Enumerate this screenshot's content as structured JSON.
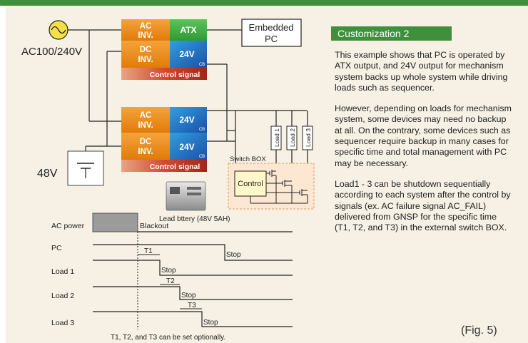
{
  "diagram": {
    "ac_input": "AC100/240V",
    "battery_voltage": "48V",
    "unit1": {
      "ac_inv": [
        "AC",
        "INV."
      ],
      "atx": "ATX",
      "dc_inv": [
        "DC",
        "INV."
      ],
      "out24": "24V",
      "cb": "CB",
      "control": "Control signal"
    },
    "unit2": {
      "ac_inv": [
        "AC",
        "INV."
      ],
      "out24a": "24V",
      "dc_inv": [
        "DC",
        "INV."
      ],
      "out24b": "24V",
      "cb_a": "CB",
      "cb_b": "CB",
      "control": "Control signal"
    },
    "embedded_pc": [
      "Embedded",
      "PC"
    ],
    "loads": [
      "Load 1",
      "Load 2",
      "Load 3"
    ],
    "switch_box_label": "Switch BOX",
    "control_label": "Control",
    "battery_caption": "Lead bttery (48V 5AH)"
  },
  "timing": {
    "rows": [
      "AC power",
      "PC",
      "Load 1",
      "Load 2",
      "Load 3"
    ],
    "blackout": "Blackout",
    "stop": "Stop",
    "t1": "T1",
    "t2": "T2",
    "t3": "T3",
    "footnote": "T1, T2, and T3 can be set optionally."
  },
  "sidebar": {
    "title": "Customization 2",
    "paragraphs": [
      "This example shows that PC is operated by ATX output, and 24V output for mechanism system backs up whole system while driving loads such as sequencer.",
      "However, depending on loads for mechanism system, some devices may need no backup at all. On the contrary, some devices such as sequencer require backup in many cases for specific time and total management with PC may be necessary.",
      "Load1 - 3 can be shutdown sequentially according to each system after the control by signals (ex. AC failure signal AC_FAIL) delivered from GNSP for the specific time (T1, T2, and T3) in the external switch BOX."
    ],
    "fig_label": "(Fig. 5)"
  },
  "colors": {
    "green": "#3f8f3c",
    "orange": "#e98a16",
    "blue": "#1f62b8",
    "red": "#c8321f"
  }
}
